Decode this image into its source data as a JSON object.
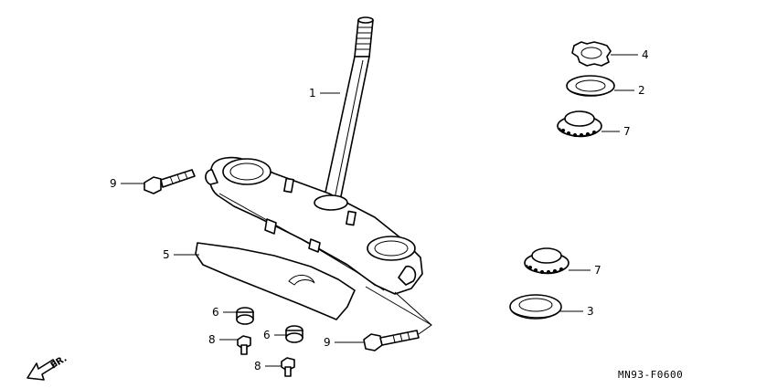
{
  "callouts": [
    {
      "id": "c1",
      "number": "1"
    },
    {
      "id": "c2",
      "number": "2"
    },
    {
      "id": "c3",
      "number": "3"
    },
    {
      "id": "c4",
      "number": "4"
    },
    {
      "id": "c5",
      "number": "5"
    },
    {
      "id": "c6a",
      "number": "6"
    },
    {
      "id": "c6b",
      "number": "6"
    },
    {
      "id": "c7a",
      "number": "7"
    },
    {
      "id": "c7b",
      "number": "7"
    },
    {
      "id": "c8a",
      "number": "8"
    },
    {
      "id": "c8b",
      "number": "8"
    },
    {
      "id": "c9a",
      "number": "9"
    },
    {
      "id": "c9b",
      "number": "9"
    }
  ],
  "front_indicator": "FR.",
  "diagram_code": "MN93-F0600"
}
